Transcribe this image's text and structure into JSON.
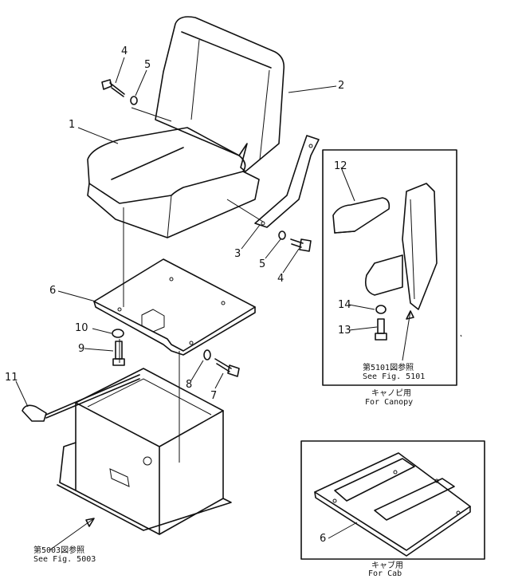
{
  "callouts": {
    "c1": "1",
    "c2": "2",
    "c3": "3",
    "c4a": "4",
    "c4b": "4",
    "c5a": "5",
    "c5b": "5",
    "c6a": "6",
    "c6b": "6",
    "c7": "7",
    "c8": "8",
    "c9": "9",
    "c10": "10",
    "c11": "11",
    "c12": "12",
    "c13": "13",
    "c14": "14"
  },
  "notes": {
    "canopy_ref_jp": "第5101図参照",
    "canopy_ref_en": "See Fig. 5101",
    "canopy_label_jp": "キャノピ用",
    "canopy_label_en": "For Canopy",
    "base_ref_jp": "第5003図参照",
    "base_ref_en": "See Fig. 5003",
    "cab_label_jp": "キャブ用",
    "cab_label_en": "For Cab"
  }
}
